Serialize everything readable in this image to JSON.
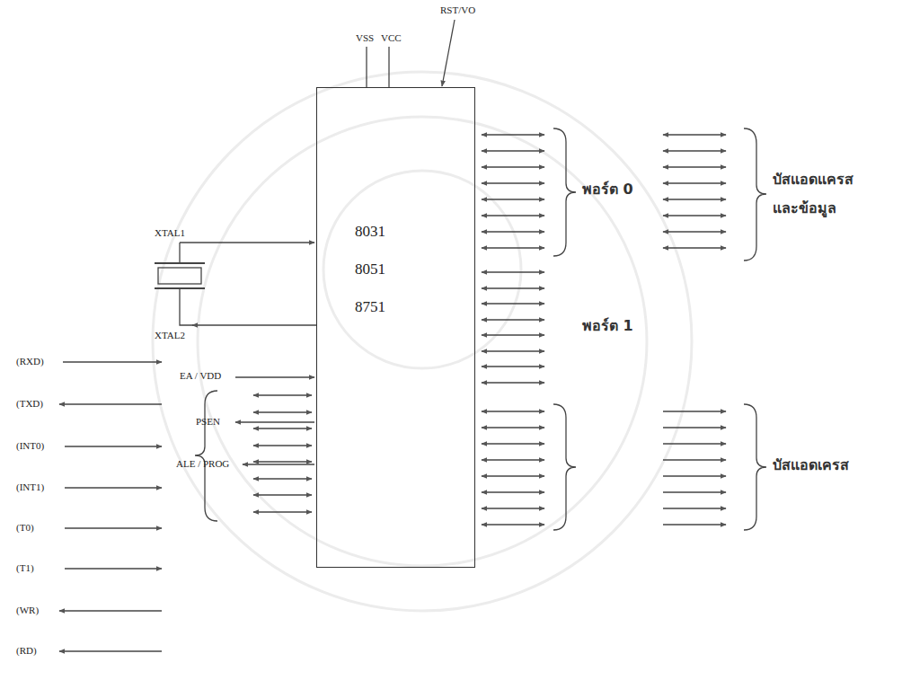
{
  "diagram": {
    "nodes": [
      {
        "text": [
          "8031",
          "8051",
          "8751"
        ]
      }
    ],
    "labels": [
      "RST/VO",
      "VSS",
      "VCC",
      "XTAL1",
      "XTAL2",
      "EA / VDD",
      "PSEN",
      "ALE / PROG",
      "พอร์ต 0",
      "บัสแอดแครส และข้อมูล",
      "พอร์ต 1",
      "บัสแอดเครส",
      "(RXD)",
      "(TXD)",
      "(INT0)",
      "(INT1)",
      "(T0)",
      "(T1)",
      "(WR)",
      "(RD)"
    ]
  }
}
